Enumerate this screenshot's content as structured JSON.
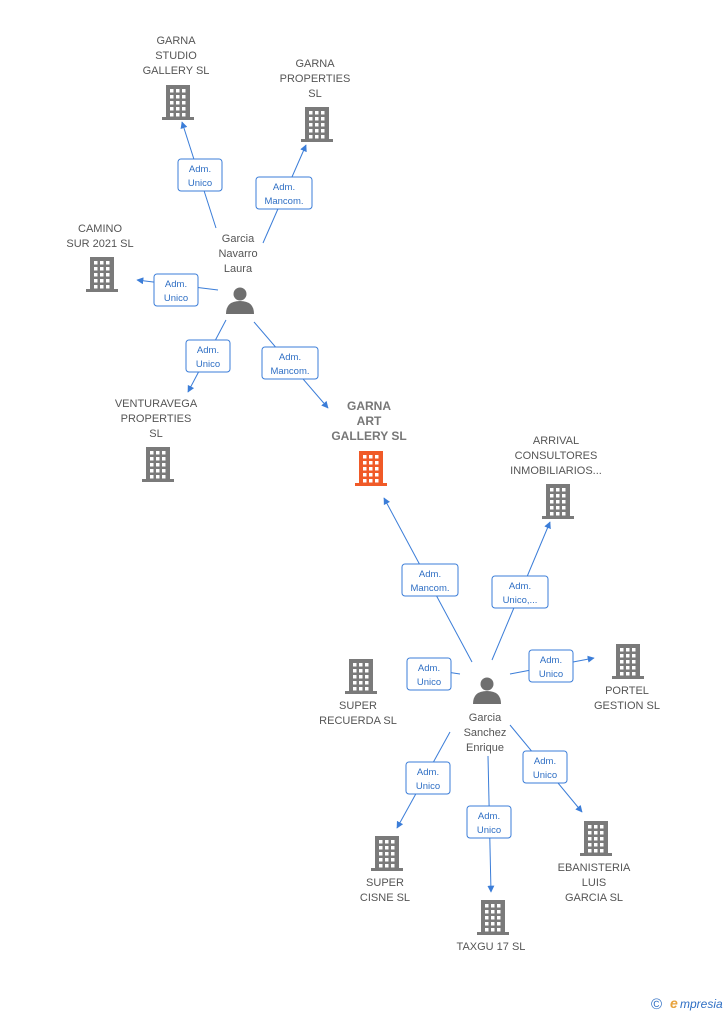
{
  "nodes": [
    {
      "id": "garna-studio",
      "kind": "company",
      "lines": [
        "GARNA",
        "STUDIO",
        "GALLERY  SL"
      ]
    },
    {
      "id": "garna-properties",
      "kind": "company",
      "lines": [
        "GARNA",
        "PROPERTIES",
        "SL"
      ]
    },
    {
      "id": "camino-sur",
      "kind": "company",
      "lines": [
        "CAMINO",
        "SUR 2021  SL"
      ]
    },
    {
      "id": "venturavega",
      "kind": "company",
      "lines": [
        "VENTURAVEGA",
        "PROPERTIES",
        "SL"
      ]
    },
    {
      "id": "garna-art",
      "kind": "company-main",
      "lines": [
        "GARNA",
        "ART",
        "GALLERY  SL"
      ]
    },
    {
      "id": "arrival",
      "kind": "company",
      "lines": [
        "ARRIVAL",
        "CONSULTORES",
        "INMOBILIARIOS..."
      ]
    },
    {
      "id": "portel",
      "kind": "company",
      "lines": [
        "PORTEL",
        "GESTION SL"
      ]
    },
    {
      "id": "super-recuerda",
      "kind": "company",
      "lines": [
        "SUPER",
        "RECUERDA SL"
      ]
    },
    {
      "id": "super-cisne",
      "kind": "company",
      "lines": [
        "SUPER",
        "CISNE SL"
      ]
    },
    {
      "id": "taxgu",
      "kind": "company",
      "lines": [
        "TAXGU 17  SL"
      ]
    },
    {
      "id": "ebanisteria",
      "kind": "company",
      "lines": [
        "EBANISTERIA",
        "LUIS",
        "GARCIA SL"
      ]
    },
    {
      "id": "garcia-navarro",
      "kind": "person",
      "lines": [
        "Garcia",
        "Navarro",
        "Laura"
      ]
    },
    {
      "id": "garcia-sanchez",
      "kind": "person",
      "lines": [
        "Garcia",
        "Sanchez",
        "Enrique"
      ]
    }
  ],
  "edges": [
    {
      "from": "garcia-navarro",
      "to": "garna-studio",
      "role": [
        "Adm.",
        "Unico"
      ]
    },
    {
      "from": "garcia-navarro",
      "to": "garna-properties",
      "role": [
        "Adm.",
        "Mancom."
      ]
    },
    {
      "from": "garcia-navarro",
      "to": "camino-sur",
      "role": [
        "Adm.",
        "Unico"
      ]
    },
    {
      "from": "garcia-navarro",
      "to": "venturavega",
      "role": [
        "Adm.",
        "Unico"
      ]
    },
    {
      "from": "garcia-navarro",
      "to": "garna-art",
      "role": [
        "Adm.",
        "Mancom."
      ]
    },
    {
      "from": "garcia-sanchez",
      "to": "garna-art",
      "role": [
        "Adm.",
        "Mancom."
      ]
    },
    {
      "from": "garcia-sanchez",
      "to": "arrival",
      "role": [
        "Adm.",
        "Unico,..."
      ]
    },
    {
      "from": "garcia-sanchez",
      "to": "super-recuerda",
      "role": [
        "Adm.",
        "Unico"
      ]
    },
    {
      "from": "garcia-sanchez",
      "to": "portel",
      "role": [
        "Adm.",
        "Unico"
      ]
    },
    {
      "from": "garcia-sanchez",
      "to": "super-cisne",
      "role": [
        "Adm.",
        "Unico"
      ]
    },
    {
      "from": "garcia-sanchez",
      "to": "taxgu",
      "role": [
        "Adm.",
        "Unico"
      ]
    },
    {
      "from": "garcia-sanchez",
      "to": "ebanisteria",
      "role": [
        "Adm.",
        "Unico"
      ]
    }
  ],
  "brand": {
    "symbol": "©",
    "initial": "e",
    "text": "mpresia"
  },
  "colors": {
    "edge": "#3b7dd8",
    "building": "#7a7a7a",
    "main_building": "#f05a28",
    "person": "#6f6f6f"
  }
}
